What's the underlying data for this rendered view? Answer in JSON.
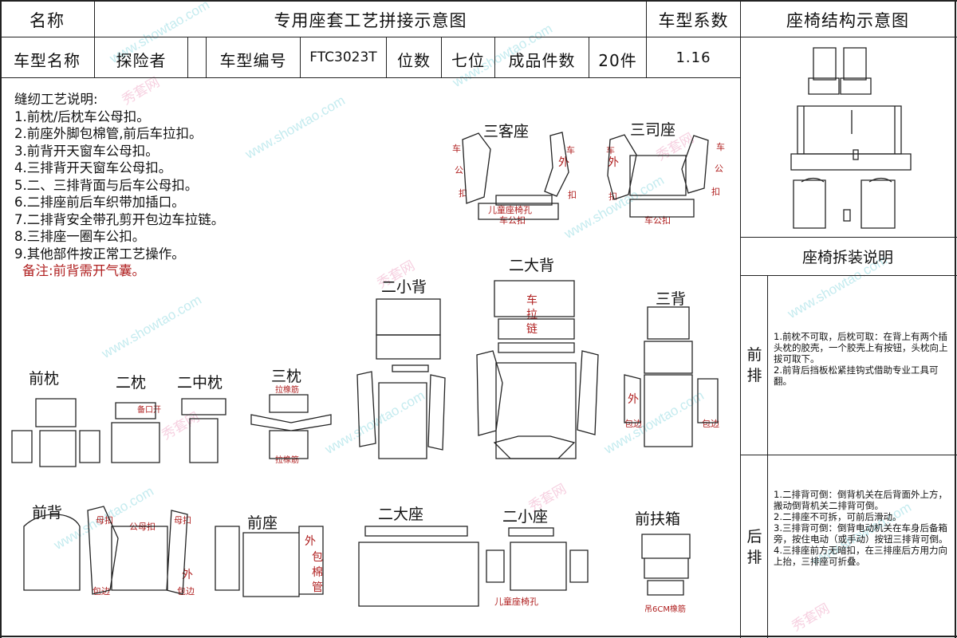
{
  "header": {
    "name_label": "名称",
    "title": "专用座套工艺拼接示意图",
    "coef_label": "车型系数",
    "struct_title": "座椅结构示意图",
    "model_name_label": "车型名称",
    "model_name": "探险者",
    "model_code_label": "车型编号",
    "model_code": "FTC3023T",
    "seats_label": "位数",
    "seats": "七位",
    "pieces_label": "成品件数",
    "pieces": "20件",
    "coef": "1.16"
  },
  "notes": {
    "title": "缝纫工艺说明:",
    "items": [
      "1.前枕/后枕车公母扣。",
      "2.前座外脚包棉管,前后车拉扣。",
      "3.前背开天窗车公母扣。",
      "4.三排背开天窗车公母扣。",
      "5.二、三排背面与后车公母扣。",
      "6.二排座前后车织带加插口。",
      "7.二排背安全带孔剪开包边车拉链。",
      "8.三排座一圈车公扣。",
      "9.其他部件按正常工艺操作。"
    ],
    "remark": "备注:前背需开气囊。"
  },
  "pieces": {
    "san_ke_zuo": "三客座",
    "san_si_zuo": "三司座",
    "er_xiao_bei": "二小背",
    "er_da_bei": "二大背",
    "san_bei": "三背",
    "qian_zhen": "前枕",
    "er_zhen": "二枕",
    "er_zhong_zhen": "二中枕",
    "san_zhen": "三枕",
    "qian_bei": "前背",
    "qian_zuo": "前座",
    "er_da_zuo": "二大座",
    "er_xiao_zuo": "二小座",
    "qian_fu_xiang": "前扶箱"
  },
  "annotations": {
    "che": "车",
    "gong": "公",
    "kou": "扣",
    "wai": "外",
    "er_tong_zuo_yi_kong": "儿童座椅孔",
    "che_gong_kou": "车公扣",
    "che_la_lian": [
      "车",
      "拉",
      "链"
    ],
    "la_xiang_jin": "拉橡筋",
    "bei_kou_kai": "备口开",
    "mu_kou": "母扣",
    "gong_mu_kou": "公母扣",
    "bao_bian": "包边",
    "bao_mian_guan": [
      "包",
      "棉",
      "管"
    ],
    "er_tong_zuo_yi_kong2": "儿童座椅孔",
    "diao_6cm": "吊6CM橡筋"
  },
  "disassembly": {
    "title": "座椅拆装说明",
    "front_label": "前排",
    "front_text": "1.前枕不可取，后枕可取：在背上有两个插头枕的胶壳，一个胶壳上有按钮，头枕向上拔可取下。\n2.前背后挡板松紧挂钩式借助专业工具可翻。",
    "rear_label": "后排",
    "rear_text": "1.二排背可倒：倒背机关在后背面外上方，搬动倒背机关二排背可倒。\n2.二排座不可拆，可前后滑动。\n3.三排背可倒：倒背电动机关在车身后备箱旁，按住电动（或手动）按钮三排背可倒。\n4.三排座前方无暗扣，在三排座后方用力向上抬，三排座可折叠。"
  },
  "watermark": {
    "site": "www.showtao.com",
    "cn": "秀套网"
  }
}
